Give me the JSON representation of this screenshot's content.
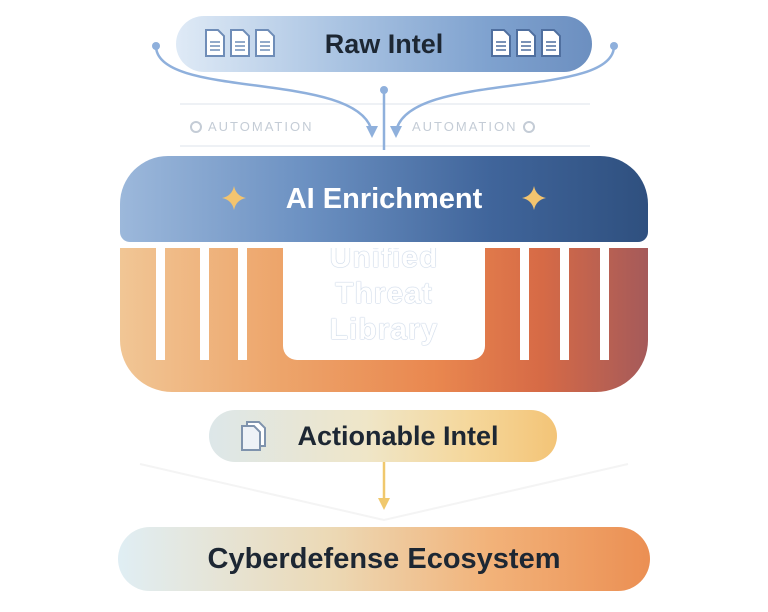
{
  "nodes": {
    "raw": {
      "label": "Raw Intel"
    },
    "automation_left": "AUTOMATION",
    "automation_right": "AUTOMATION",
    "ai": {
      "label": "AI Enrichment"
    },
    "library": {
      "line1": "Unified",
      "line2": "Threat",
      "line3": "Library"
    },
    "actionable": {
      "label": "Actionable Intel"
    },
    "ecosystem": {
      "label": "Cyberdefense Ecosystem"
    }
  },
  "colors": {
    "raw_blue": "#7fa2cf",
    "ai_blue": "#40659b",
    "library_orange": "#e9874f",
    "actionable_yellow": "#f5d79b",
    "ecosystem_orange": "#eb8f53",
    "connector_blue": "#8fb0dc",
    "connector_yellow": "#f0c86d",
    "sparkle": "#f3c46f"
  }
}
